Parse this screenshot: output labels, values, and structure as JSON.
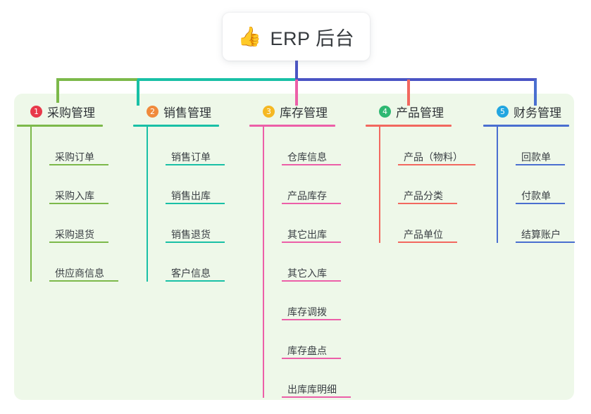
{
  "root": {
    "icon": "thumbs-up-icon",
    "emoji": "👍",
    "title": "ERP 后台"
  },
  "panel": {
    "background": "#eef8e9"
  },
  "connector_colors": {
    "segment_green": "#7cb94a",
    "segment_teal": "#19c0a6",
    "segment_blue": "#4a54c4",
    "drop_1": "#7cb94a",
    "drop_2": "#19c0a6",
    "drop_3": "#ec5fa8",
    "drop_4": "#f2685f",
    "drop_5": "#4a6fd0",
    "root_stem": "#4a54c4"
  },
  "branches": [
    {
      "number": "1",
      "badge_color": "#e8394a",
      "line_color": "#7cb94a",
      "label": "采购管理",
      "rule_width": 122,
      "items": [
        {
          "label": "采购订单",
          "rule_width": 84
        },
        {
          "label": "采购入库",
          "rule_width": 84
        },
        {
          "label": "采购退货",
          "rule_width": 84
        },
        {
          "label": "供应商信息",
          "rule_width": 98
        }
      ]
    },
    {
      "number": "2",
      "badge_color": "#f08a3c",
      "line_color": "#19c0a6",
      "label": "销售管理",
      "rule_width": 122,
      "items": [
        {
          "label": "销售订单",
          "rule_width": 84
        },
        {
          "label": "销售出库",
          "rule_width": 84
        },
        {
          "label": "销售退货",
          "rule_width": 84
        },
        {
          "label": "客户信息",
          "rule_width": 84
        }
      ]
    },
    {
      "number": "3",
      "badge_color": "#f5b823",
      "line_color": "#ec5fa8",
      "label": "库存管理",
      "rule_width": 122,
      "items": [
        {
          "label": "仓库信息",
          "rule_width": 84
        },
        {
          "label": "产品库存",
          "rule_width": 84
        },
        {
          "label": "其它出库",
          "rule_width": 84
        },
        {
          "label": "其它入库",
          "rule_width": 84
        },
        {
          "label": "库存调拨",
          "rule_width": 84
        },
        {
          "label": "库存盘点",
          "rule_width": 84
        },
        {
          "label": "出库库明细",
          "rule_width": 98
        }
      ]
    },
    {
      "number": "4",
      "badge_color": "#2eb872",
      "line_color": "#f2685f",
      "label": "产品管理",
      "rule_width": 122,
      "items": [
        {
          "label": "产品（物料）",
          "rule_width": 110
        },
        {
          "label": "产品分类",
          "rule_width": 84
        },
        {
          "label": "产品单位",
          "rule_width": 84
        }
      ]
    },
    {
      "number": "5",
      "badge_color": "#22a6e0",
      "line_color": "#4a6fd0",
      "label": "财务管理",
      "rule_width": 122,
      "items": [
        {
          "label": "回款单",
          "rule_width": 70
        },
        {
          "label": "付款单",
          "rule_width": 70
        },
        {
          "label": "结算账户",
          "rule_width": 84
        }
      ]
    }
  ]
}
